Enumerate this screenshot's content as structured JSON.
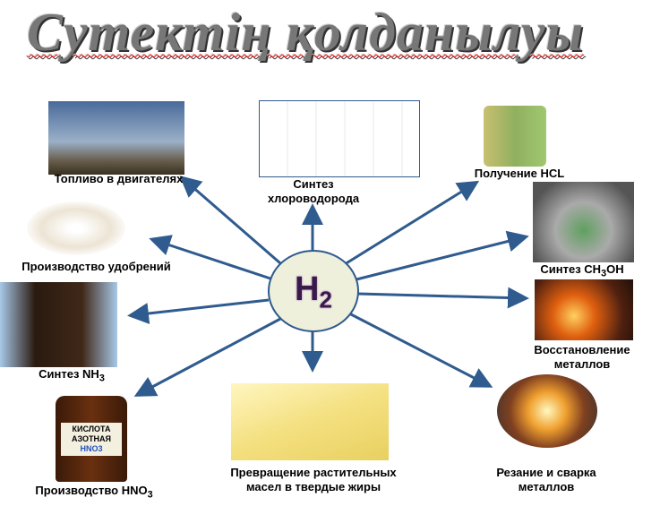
{
  "title": "Сутектің қолданылуы",
  "center": {
    "formula": "H",
    "sub": "2"
  },
  "colors": {
    "arrow": "#2f5b8e",
    "ellipse_fill": "#eef0dc"
  },
  "items": [
    {
      "label": "Топливо в двигателях"
    },
    {
      "label1": "Синтез",
      "label2": "хлороводорода"
    },
    {
      "label": "Получение HCL"
    },
    {
      "pre": "Синтез CH",
      "sub": "3",
      "post": "OH"
    },
    {
      "label1": "Восстановление",
      "label2": "металлов"
    },
    {
      "label1": "Резание и сварка",
      "label2": "металлов"
    },
    {
      "label1": "Превращение растительных",
      "label2": "масел в твердые жиры"
    },
    {
      "pre": "Производство HNO",
      "sub": "3"
    },
    {
      "pre": "Синтез NH",
      "sub": "3"
    },
    {
      "label": "Производство удобрений"
    }
  ],
  "bottle_label": {
    "line1": "КИСЛОТА",
    "line2": "АЗОТНАЯ",
    "line3": "HNO3"
  }
}
